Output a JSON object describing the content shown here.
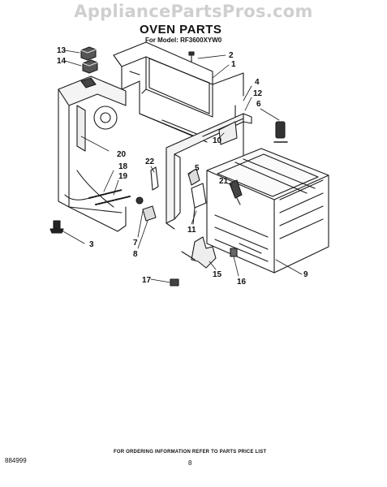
{
  "watermark": "AppliancePartsPros.com",
  "title": "OVEN PARTS",
  "model_line": "For Model: RF3600XYW0",
  "callouts": [
    "13",
    "14",
    "2",
    "1",
    "4",
    "12",
    "6",
    "20",
    "10",
    "18",
    "19",
    "22",
    "5",
    "21",
    "3",
    "7",
    "8",
    "11",
    "9",
    "17",
    "15",
    "16"
  ],
  "footer": {
    "part_id": "884999",
    "note": "FOR ORDERING INFORMATION REFER TO PARTS PRICE LIST",
    "page": "8"
  }
}
